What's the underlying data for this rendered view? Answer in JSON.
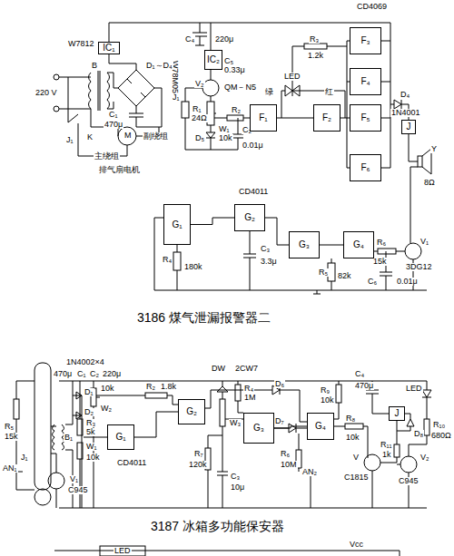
{
  "diagram": {
    "nodes": [
      {
        "text": [
          "IC₁"
        ]
      },
      {
        "text": [
          "IC₂"
        ]
      },
      {
        "text": [
          "F₁"
        ]
      },
      {
        "text": [
          "F₂"
        ]
      },
      {
        "text": [
          "F₃"
        ]
      },
      {
        "text": [
          "F₄"
        ]
      },
      {
        "text": [
          "F₅"
        ]
      },
      {
        "text": [
          "F₆"
        ]
      },
      {
        "text": [
          "J"
        ]
      },
      {
        "text": [
          "G₁"
        ]
      },
      {
        "text": [
          "G₂"
        ]
      },
      {
        "text": [
          "G₃"
        ]
      },
      {
        "text": [
          "G₄"
        ]
      },
      {
        "text": [
          "G₁"
        ]
      },
      {
        "text": [
          "G₂"
        ]
      },
      {
        "text": [
          "G₃"
        ]
      },
      {
        "text": [
          "G₄"
        ]
      },
      {
        "text": [
          "J"
        ]
      }
    ],
    "edges": [
      {
        "from": 2,
        "to": 3,
        "arrow": "none"
      },
      {
        "from": 9,
        "to": 10,
        "arrow": "none"
      },
      {
        "from": 10,
        "to": 11,
        "arrow": "none"
      },
      {
        "from": 11,
        "to": 12,
        "arrow": "none"
      },
      {
        "from": 13,
        "to": 14,
        "arrow": "none"
      },
      {
        "from": 15,
        "to": 16,
        "arrow": "none"
      }
    ],
    "labels": [
      "CD4069",
      "R₃",
      "1.2k",
      "LED",
      "绿",
      "红",
      "D₄",
      "1N4001",
      "Y",
      "8Ω",
      "W7812",
      "C₄",
      "220μ",
      "W78M05",
      "C₅",
      "0.33μ",
      "V₂",
      "QM－N5",
      "B",
      "D₁～D₄",
      "220 V",
      "C₁",
      "470μ",
      "J₁",
      "K",
      "M",
      "副绕组",
      "主绕组",
      "排气扇电机",
      "J₁",
      "R₁",
      "24Ω",
      "W₁",
      "10k",
      "D₅",
      "R₂",
      "C₂",
      "0.01μ",
      "CD4011",
      "R₄",
      "180k",
      "C₃",
      "3.3μ",
      "R₅",
      "82k",
      "R₆",
      "15k",
      "V₁",
      "3DG12",
      "C₆",
      "0.01μ",
      "3186 煤气泄漏报警器二",
      "1N4002×4",
      "470μ",
      "C₁",
      "C₂",
      "220μ",
      "D₁",
      "D₂",
      "B₁",
      "R₅",
      "15k",
      "AN₁",
      "J₁",
      "V₁",
      "C945",
      "10k",
      "W₂",
      "R₃",
      "5k",
      "W₁",
      "10k",
      "CD4011",
      "R₂",
      "1.8k",
      "DW",
      "2CW7",
      "R₄",
      "1M",
      "W₃",
      "R₇",
      "120k",
      "C₃",
      "10μ",
      "D₆",
      "D₇",
      "R₆",
      "10M",
      "AN₂",
      "R₉",
      "10k",
      "R₈",
      "10k",
      "C₄",
      "470μ",
      "LED",
      "D₈",
      "R₁₀",
      "680Ω",
      "V",
      "C1815",
      "R₁₁",
      "1k",
      "C945",
      "V₂",
      "3187 冰箱多功能保安器",
      "LED",
      "Vcc"
    ]
  }
}
